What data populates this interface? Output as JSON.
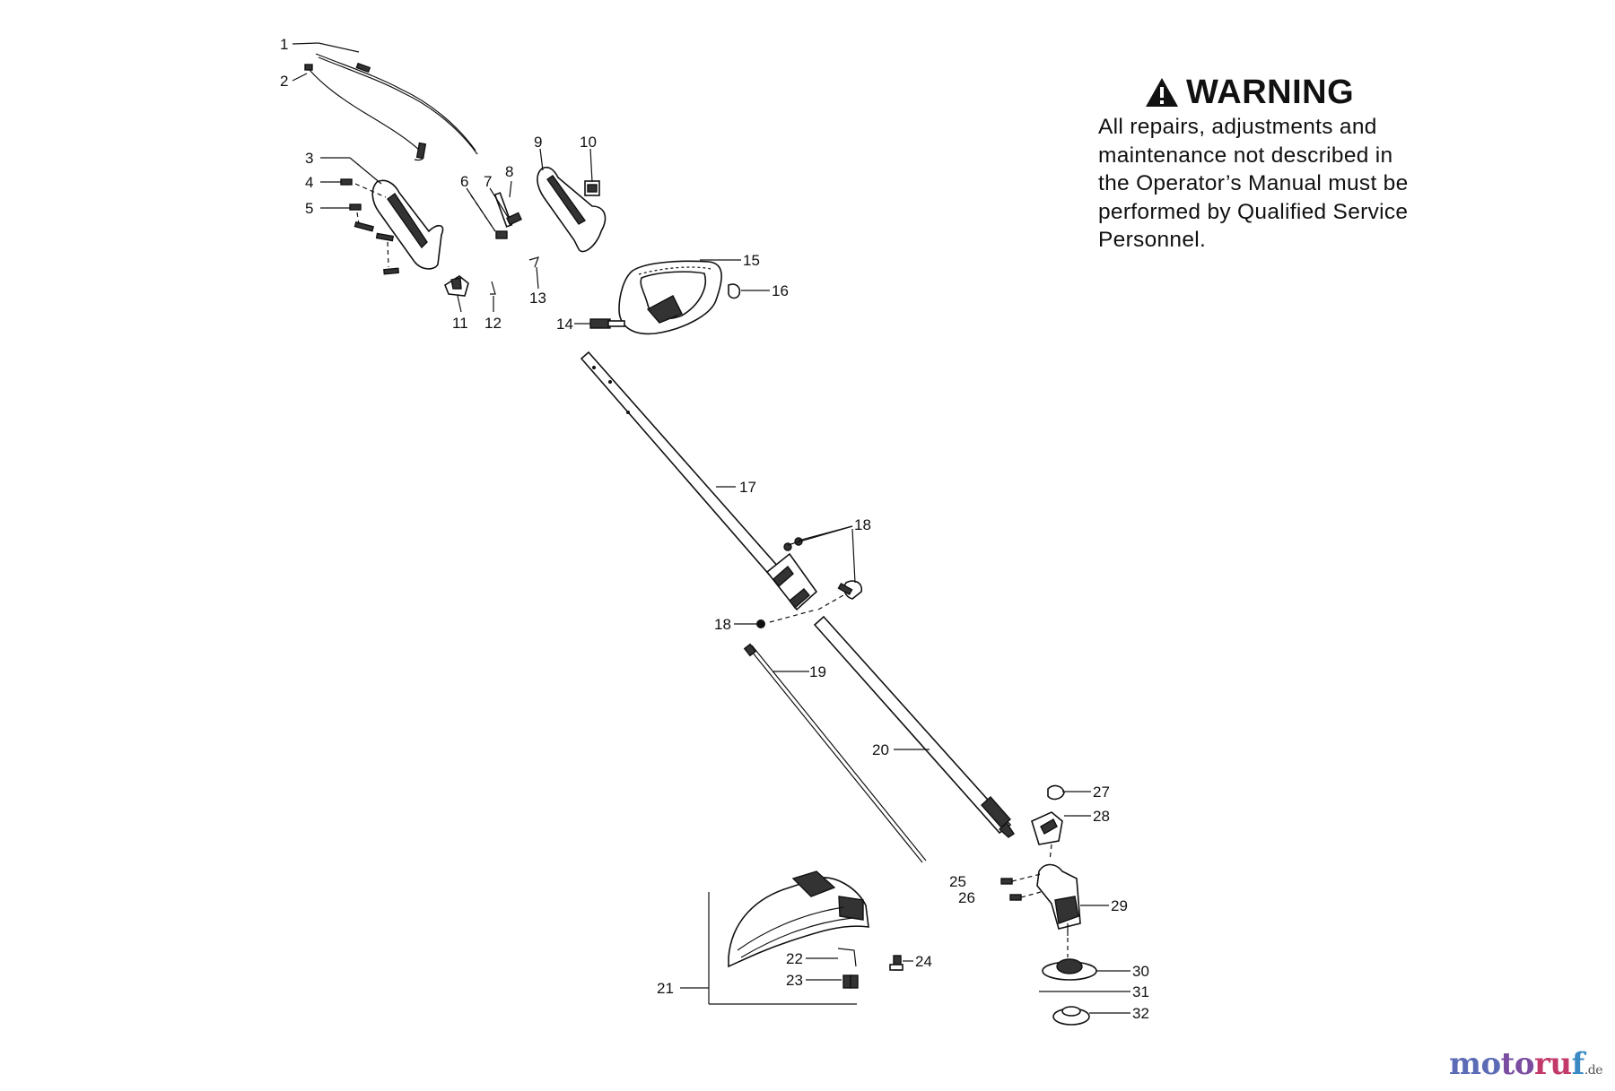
{
  "warning": {
    "title": "WARNING",
    "lines": [
      "All repairs, adjustments and",
      "maintenance not described in",
      "the Operator’s Manual must be",
      "performed by Qualified Service",
      "Personnel."
    ],
    "icon": "warning-triangle-icon"
  },
  "callouts": [
    "1",
    "2",
    "3",
    "4",
    "5",
    "6",
    "7",
    "8",
    "9",
    "10",
    "11",
    "12",
    "13",
    "14",
    "15",
    "16",
    "17",
    "18",
    "18",
    "18",
    "19",
    "20",
    "21",
    "22",
    "23",
    "24",
    "25",
    "26",
    "27",
    "28",
    "29",
    "30",
    "31",
    "32"
  ],
  "watermark": {
    "letters": [
      "mo",
      "to",
      "ru",
      "f"
    ],
    "tld": ".de"
  }
}
